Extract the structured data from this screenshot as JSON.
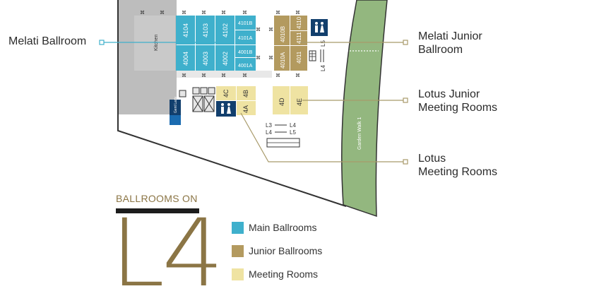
{
  "colors": {
    "main_ballroom": "#3fb0cc",
    "junior_ballroom": "#b39a5f",
    "meeting_room": "#efe3a2",
    "service_grey": "#bdbdbd",
    "garden": "#93b77f",
    "navy": "#123f6d",
    "accent_gold": "#8b7545",
    "callout_line_teal": "#3fb0cc",
    "callout_line_gold": "#a89a6a"
  },
  "callouts": {
    "melati_ballroom": "Melati Ballroom",
    "melati_junior_line1": "Melati Junior",
    "melati_junior_line2": "Ballroom",
    "lotus_junior_line1": "Lotus Junior",
    "lotus_junior_line2": "Meeting Rooms",
    "lotus_line1": "Lotus",
    "lotus_line2": "Meeting Rooms"
  },
  "areas": {
    "kitchen": "Kitchen",
    "garden_walk": "Garden Walk 1",
    "gent_lady": "Gent Lady"
  },
  "rooms": {
    "main": [
      "4104",
      "4103",
      "4102",
      "4004",
      "4003",
      "4002",
      "4101B",
      "4101A",
      "4001B",
      "4001A"
    ],
    "junior": [
      "4010B",
      "4110",
      "4111",
      "4010A",
      "4011"
    ],
    "meeting": [
      "4C",
      "4B",
      "4A",
      "4D",
      "4E"
    ]
  },
  "lifts": {
    "l4_l5": [
      "L4",
      "L5"
    ],
    "l3_l4_top": [
      "L3",
      "L4"
    ],
    "l4_l5_bottom": [
      "L4",
      "L5"
    ]
  },
  "icons": [
    "restroom-icon",
    "escalator-icon",
    "bins-icon",
    "stairs-icon"
  ],
  "legend": {
    "heading": "BALLROOMS ON",
    "level": "L4",
    "items": [
      {
        "label": "Main Ballrooms",
        "color": "#3fb0cc"
      },
      {
        "label": "Junior Ballrooms",
        "color": "#b39a5f"
      },
      {
        "label": "Meeting Rooms",
        "color": "#efe3a2"
      }
    ]
  }
}
